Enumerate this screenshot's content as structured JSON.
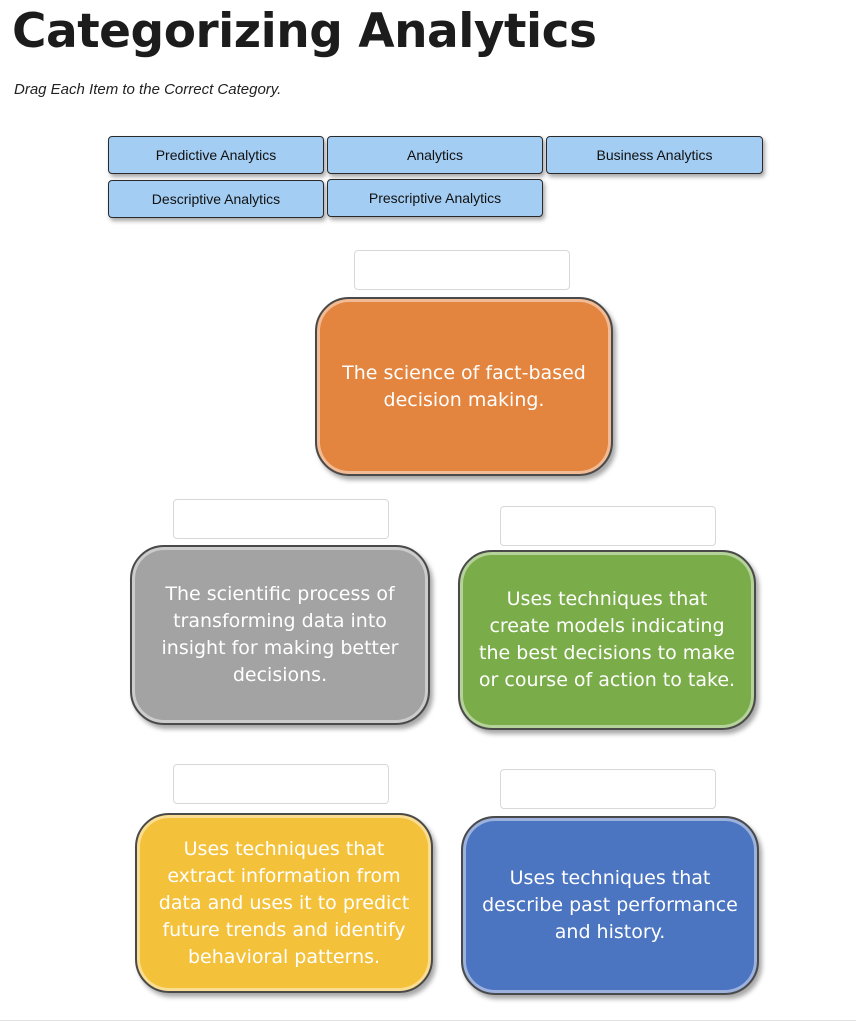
{
  "header": {
    "title": "Categorizing Analytics",
    "instruction": "Drag Each Item to the Correct Category."
  },
  "items": [
    "Predictive Analytics",
    "Analytics",
    "Business Analytics",
    "Descriptive Analytics",
    "Prescriptive Analytics"
  ],
  "cards": [
    "The science of fact-based decision making.",
    "The scientific process of transforming data into insight for making better decisions.",
    "Uses techniques that create models indicating the best decisions to make or course of action to take.",
    "Uses techniques that extract information from data and uses it to predict future trends and identify behavioral patterns.",
    "Uses techniques that describe past performance and history."
  ],
  "colors": {
    "chip": "#a3cdf3",
    "orange": "#e3843f",
    "gray": "#a3a3a3",
    "green": "#7aad4a",
    "yellow": "#f4c13a",
    "blue": "#4b74c1"
  }
}
